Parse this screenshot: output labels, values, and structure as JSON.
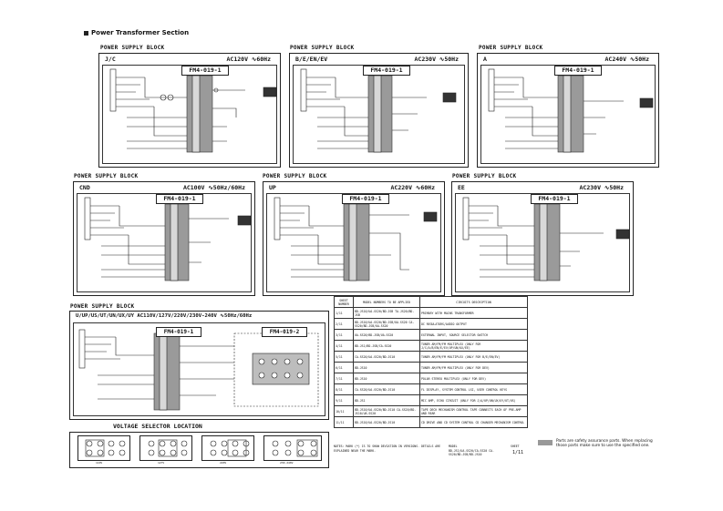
{
  "header": {
    "title": "Power Transformer Section"
  },
  "block_label": "POWER SUPPLY BLOCK",
  "panels": [
    {
      "region": "J/C",
      "ac": "AC120V ∿60Hz",
      "ic": "FM4-019-1"
    },
    {
      "region": "B/E/EN/EV",
      "ac": "AC230V ∿50Hz",
      "ic": "FM4-019-1"
    },
    {
      "region": "A",
      "ac": "AC240V ∿50Hz",
      "ic": "FM4-019-1"
    },
    {
      "region": "CND",
      "ac": "AC100V ∿50Hz/60Hz",
      "ic": "FM4-019-1"
    },
    {
      "region": "UP",
      "ac": "AC220V ∿60Hz",
      "ic": "FM4-019-1"
    },
    {
      "region": "EE",
      "ac": "AC230V ∿50Hz",
      "ic": "FM4-019-1"
    },
    {
      "region": "U/UP/US/UT/UN/UX/UY AC110V/127V/220V/230V-240V ∿50Hz/60Hz",
      "ac": "",
      "ic": "FM4-019-1",
      "ic2": "FM4-019-2"
    }
  ],
  "table": {
    "headers": [
      "SHEET NUMBER",
      "MODEL NUMBERS TO BE APPLIED",
      "CIRCUITS DESCRIPTION"
    ],
    "rows": [
      [
        "1/11",
        "BD-JS10/UA-SS20/BD-JSB TA-JS20/BD-JSB",
        "PRIMARY WITH MAINS TRANSFORMER"
      ],
      [
        "2/11",
        "BD-JS10/UA-SS20/BD-JSB/UA-SS20 CA-SS20/BD-JSB/UA-SS20",
        "DC REGULATORS/AUDIO OUTPUT"
      ],
      [
        "3/11",
        "UA-SS20/BD-JSB/UA-SS20",
        "EXTERNAL INPUT, SOURCE SELECTOR SWITCH"
      ],
      [
        "4/11",
        "BD-JS1/BD-JSB/CA-SS20",
        "TUNER AM/FM/FM MULTIPLEX (ONLY FOR J/C/A/B/EN/E/EV/UP/UN/UX/EE)"
      ],
      [
        "5/11",
        "CA-SS20/UA-SS20/BD-JS10",
        "TUNER AM/FM/FM MULTIPLEX (ONLY FOR B/E/EN/EV)"
      ],
      [
        "6/11",
        "BD-JS10",
        "TUNER AM/FM/FM MULTIPLEX (ONLY FOR DEV)"
      ],
      [
        "7/11",
        "BD-JS10",
        "POLAR STEREO MULTIPLEX (ONLY FOR DEV)"
      ],
      [
        "8/11",
        "CA-SS20/UA-SS20/BD-JS10",
        "FL DISPLAY, SYSTEM CONTROL LSI, USER CONTROL KEYS"
      ],
      [
        "9/11",
        "BD-JS1",
        "MIC AMP, ECHO CIRCUIT (ONLY FOR J/A/UP/UN/UX/UY/UT/US)"
      ],
      [
        "10/11",
        "BD-JS10/UA-SS20/BD-JS10 CA-SS20/BD-JS10/UA-SS20",
        "TAPE DECK MECHANISM CONTROL TAPE CONNECTS EACH OF PRE-AMP AND REAR"
      ],
      [
        "11/11",
        "BD-JS10/UA-SS20/BD-JS10",
        "CD DRIVE AND CD SYSTEM CONTROL CD CHANGER MECHANISM CONTROL"
      ]
    ]
  },
  "notes": {
    "left": "NOTES: MARK (*) IS TO SHOW DEVIATION IN VERSIONS. DETAILS ARE EXPLAINED NEAR THE MARK.",
    "model_label": "MODEL",
    "model_value": "BD-JS1/UA-SS20/CA-SS20 CA-SS20/BD-JSB/BD-JS10",
    "sheet_label": "SHEET",
    "sheet_value": "1/11"
  },
  "voltage_selector": {
    "title": "VOLTAGE SELECTOR LOCATION",
    "positions": [
      "110V",
      "127V",
      "220V",
      "230-240V"
    ]
  },
  "safety_note": "Parts are safety assurance parts. When replacing those parts make sure to use the specified one."
}
